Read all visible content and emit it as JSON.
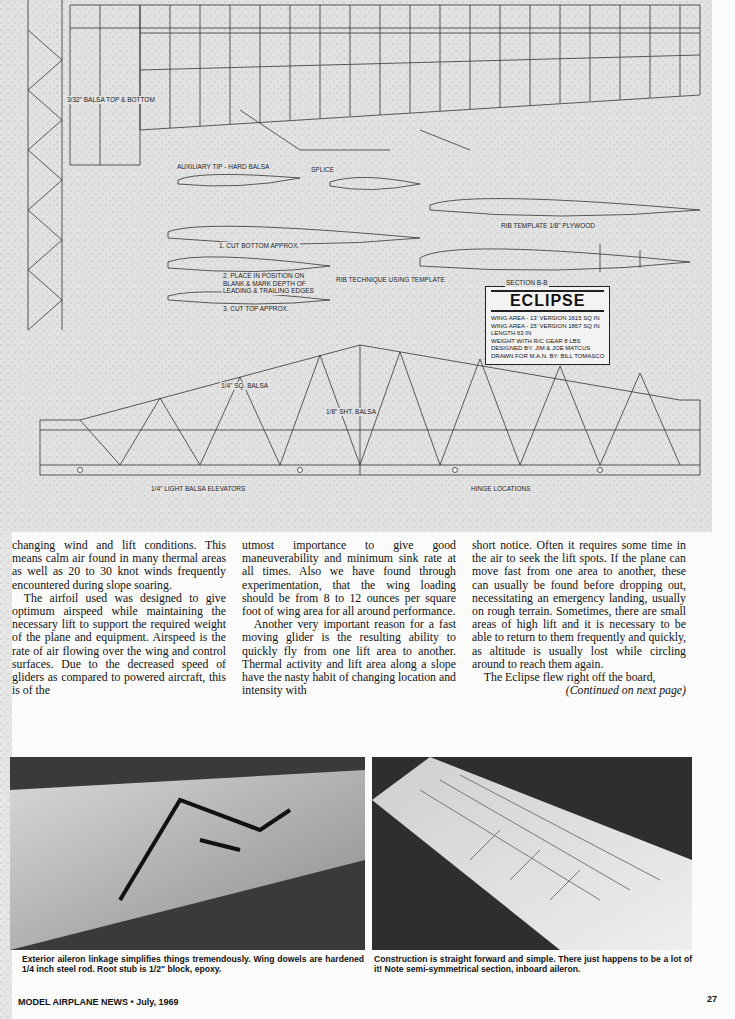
{
  "diagram": {
    "nodes": [
      {
        "text": [
          "ECLIPSE",
          "WING AREA - 13' VERSION 1615 SQ IN",
          "WING AREA - 15' VERSION 1867 SQ IN",
          "LENGTH 63 IN",
          "WEIGHT WITH R/C GEAR 8 LBS",
          "DESIGNED BY: JIM & JOE MATCUS",
          "DRAWN FOR M.A.N. BY: BILL TOMASCO"
        ]
      }
    ],
    "labels": [
      "3/32\" BALSA TOP & BOTTOM",
      "SPLICE",
      "AUXILIARY TIP - HARD BALSA",
      "1. CUT BOTTOM APPROX.",
      "2. PLACE IN POSITION ON BLANK & MARK DEPTH OF LEADING & TRAILING EDGES",
      "3. CUT TOP APPROX.",
      "RIB TEMPLATE 1/8\" PLYWOOD",
      "RIB TECHNIQUE USING TEMPLATE",
      "SECTION B-B",
      "1/4\" LIGHT BALSA ELEVATORS",
      "HINGE LOCATIONS",
      "1/8\" SHT. BALSA",
      "1/4\" SQ. BALSA",
      "changing wind and lift conditions. This means calm air found in many thermal areas as well as 20 to 30 knot winds frequently encountered during slope soaring.",
      "The airfoil used was designed to give optimum airspeed while maintaining the necessary lift to support the required weight of the plane and equipment. Airspeed is the rate of air flowing over the wing and control surfaces. Due to the decreased speed of gliders as compared to powered aircraft, this is of the",
      "utmost importance to give good maneuverability and minimum sink rate at all times. Also we have found through experimentation, that the wing loading should be from 8 to 12 ounces per square foot of wing area for all around performance.",
      "Another very important reason for a fast moving glider is the resulting ability to quickly fly from one lift area to another. Thermal activity and lift area along a slope have the nasty habit of changing location and intensity with",
      "short notice. Often it requires some time in the air to seek the lift spots. If the plane can move fast from one area to another, these can usually be found before dropping out, necessitating an emergency landing, usually on rough terrain. Sometimes, there are small areas of high lift and it is necessary to be able to return to them frequently and quickly, as altitude is usually lost while circling around to reach them again.",
      "The Eclipse flew right off the board,",
      "(Continued on next page)",
      "Exterior aileron linkage simplifies things tremendously. Wing dowels are hardened 1/4 inch steel rod. Root stub is 1/2\" block, epoxy.",
      "Construction is straight forward and simple. There just happens to be a lot of it! Note semi-symmetrical section, inboard aileron.",
      "MODEL AIRPLANE NEWS • July, 1969",
      "27"
    ]
  }
}
